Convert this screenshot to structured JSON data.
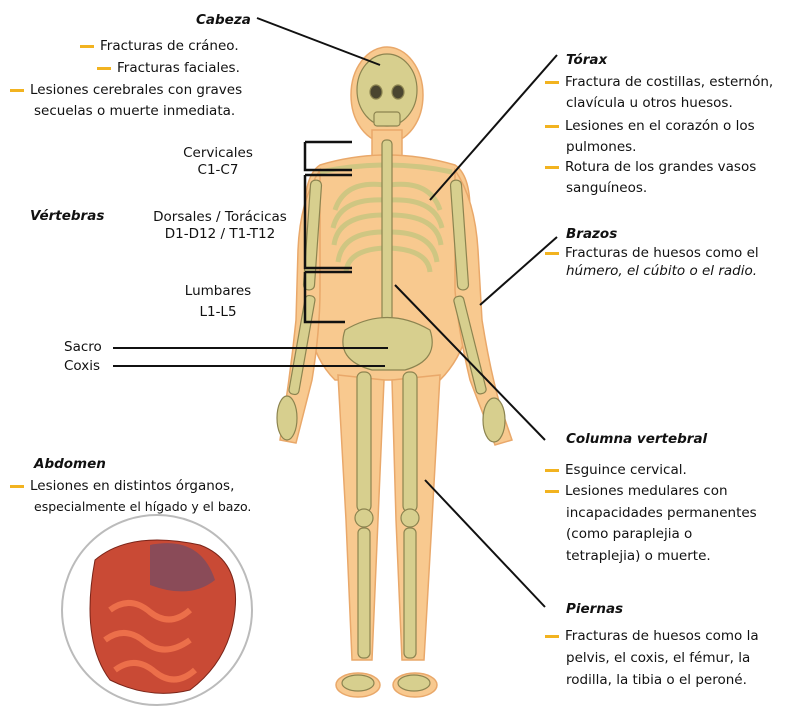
{
  "colors": {
    "accent": "#f2b320",
    "bone": "#d7cf8e",
    "skin": "#f8c98f",
    "line": "#111111"
  },
  "cabeza": {
    "title": "Cabeza",
    "items": [
      "Fracturas de cráneo.",
      "Fracturas faciales.",
      "Lesiones cerebrales con graves",
      "secuelas o muerte inmediata."
    ]
  },
  "vertebras": {
    "title": "Vértebras",
    "cervicales": [
      "Cervicales",
      "C1-C7"
    ],
    "dorsales": [
      "Dorsales / Torácicas",
      "D1-D12 / T1-T12"
    ],
    "lumbares": [
      "Lumbares",
      "L1-L5"
    ],
    "sacro": "Sacro",
    "coxis": "Coxis"
  },
  "abdomen": {
    "title": "Abdomen",
    "items": [
      "Lesiones en distintos órganos,",
      "especialmente el hígado y el bazo."
    ]
  },
  "torax": {
    "title": "Tórax",
    "items": [
      "Fractura de costillas, esternón,",
      "clavícula u otros huesos.",
      "Lesiones en el corazón o los",
      "pulmones.",
      "Rotura de los grandes vasos",
      "sanguíneos."
    ]
  },
  "brazos": {
    "title": "Brazos",
    "items": [
      "Fracturas de huesos como el",
      "húmero, el cúbito o el radio."
    ]
  },
  "columna": {
    "title": "Columna vertebral",
    "items": [
      "Esguince cervical.",
      "Lesiones medulares con",
      "incapacidades permanentes",
      "(como paraplejia o",
      "tetraplejia) o muerte."
    ]
  },
  "piernas": {
    "title": "Piernas",
    "items": [
      "Fracturas de huesos como la",
      "pelvis, el coxis, el fémur, la",
      "rodilla, la tibia o el peroné."
    ]
  }
}
